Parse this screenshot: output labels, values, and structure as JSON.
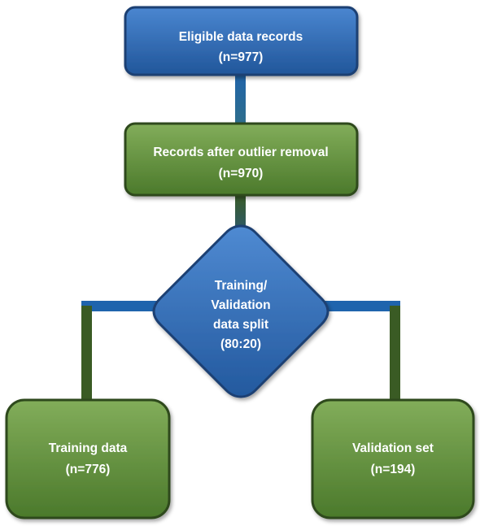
{
  "flowchart": {
    "eligible": {
      "title": "Eligible data records",
      "count": "(n=977)"
    },
    "after_outlier": {
      "title": "Records after outlier removal",
      "count": "(n=970)"
    },
    "split": {
      "line1": "Training/",
      "line2": "Validation",
      "line3": "data split",
      "line4": "(80:20)"
    },
    "training": {
      "title": "Training data",
      "count": "(n=776)"
    },
    "validation": {
      "title": "Validation set",
      "count": "(n=194)"
    }
  },
  "colors": {
    "blue_fill_top": "#4a86d0",
    "blue_fill_bottom": "#21569a",
    "blue_stroke": "#1b3f73",
    "green_fill_top": "#7ea955",
    "green_fill_bottom": "#4c7a2c",
    "green_stroke": "#2e4a1d",
    "connector_blue": "#1f64ad",
    "connector_green": "#3a5b24"
  }
}
